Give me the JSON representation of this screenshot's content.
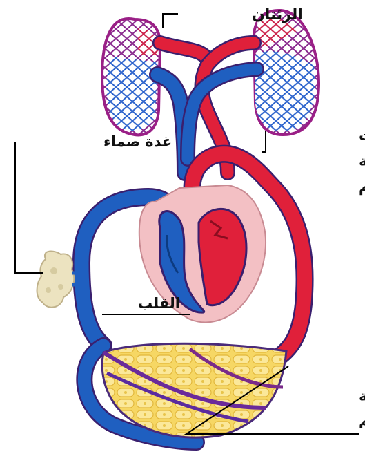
{
  "labels": {
    "lungs": "الرئتان",
    "gland": "غدة صماء",
    "hormones_line1": "الهرمونات",
    "hormones_line2": "المحمولة",
    "hormones_line3": "في الدم",
    "heart": "القلب",
    "tissue_line1": "أنسجة",
    "tissue_line2": "الجسم"
  },
  "colors": {
    "oxygenated_blood": "#e0203a",
    "deoxygenated_blood": "#1f5fc0",
    "vessel_outline": "#3a1f6e",
    "heart_sac": "#f3c0c4",
    "lung_outline": "#b0208a",
    "tissue_fill": "#f7d968",
    "gland_fill": "#ece3c0"
  }
}
